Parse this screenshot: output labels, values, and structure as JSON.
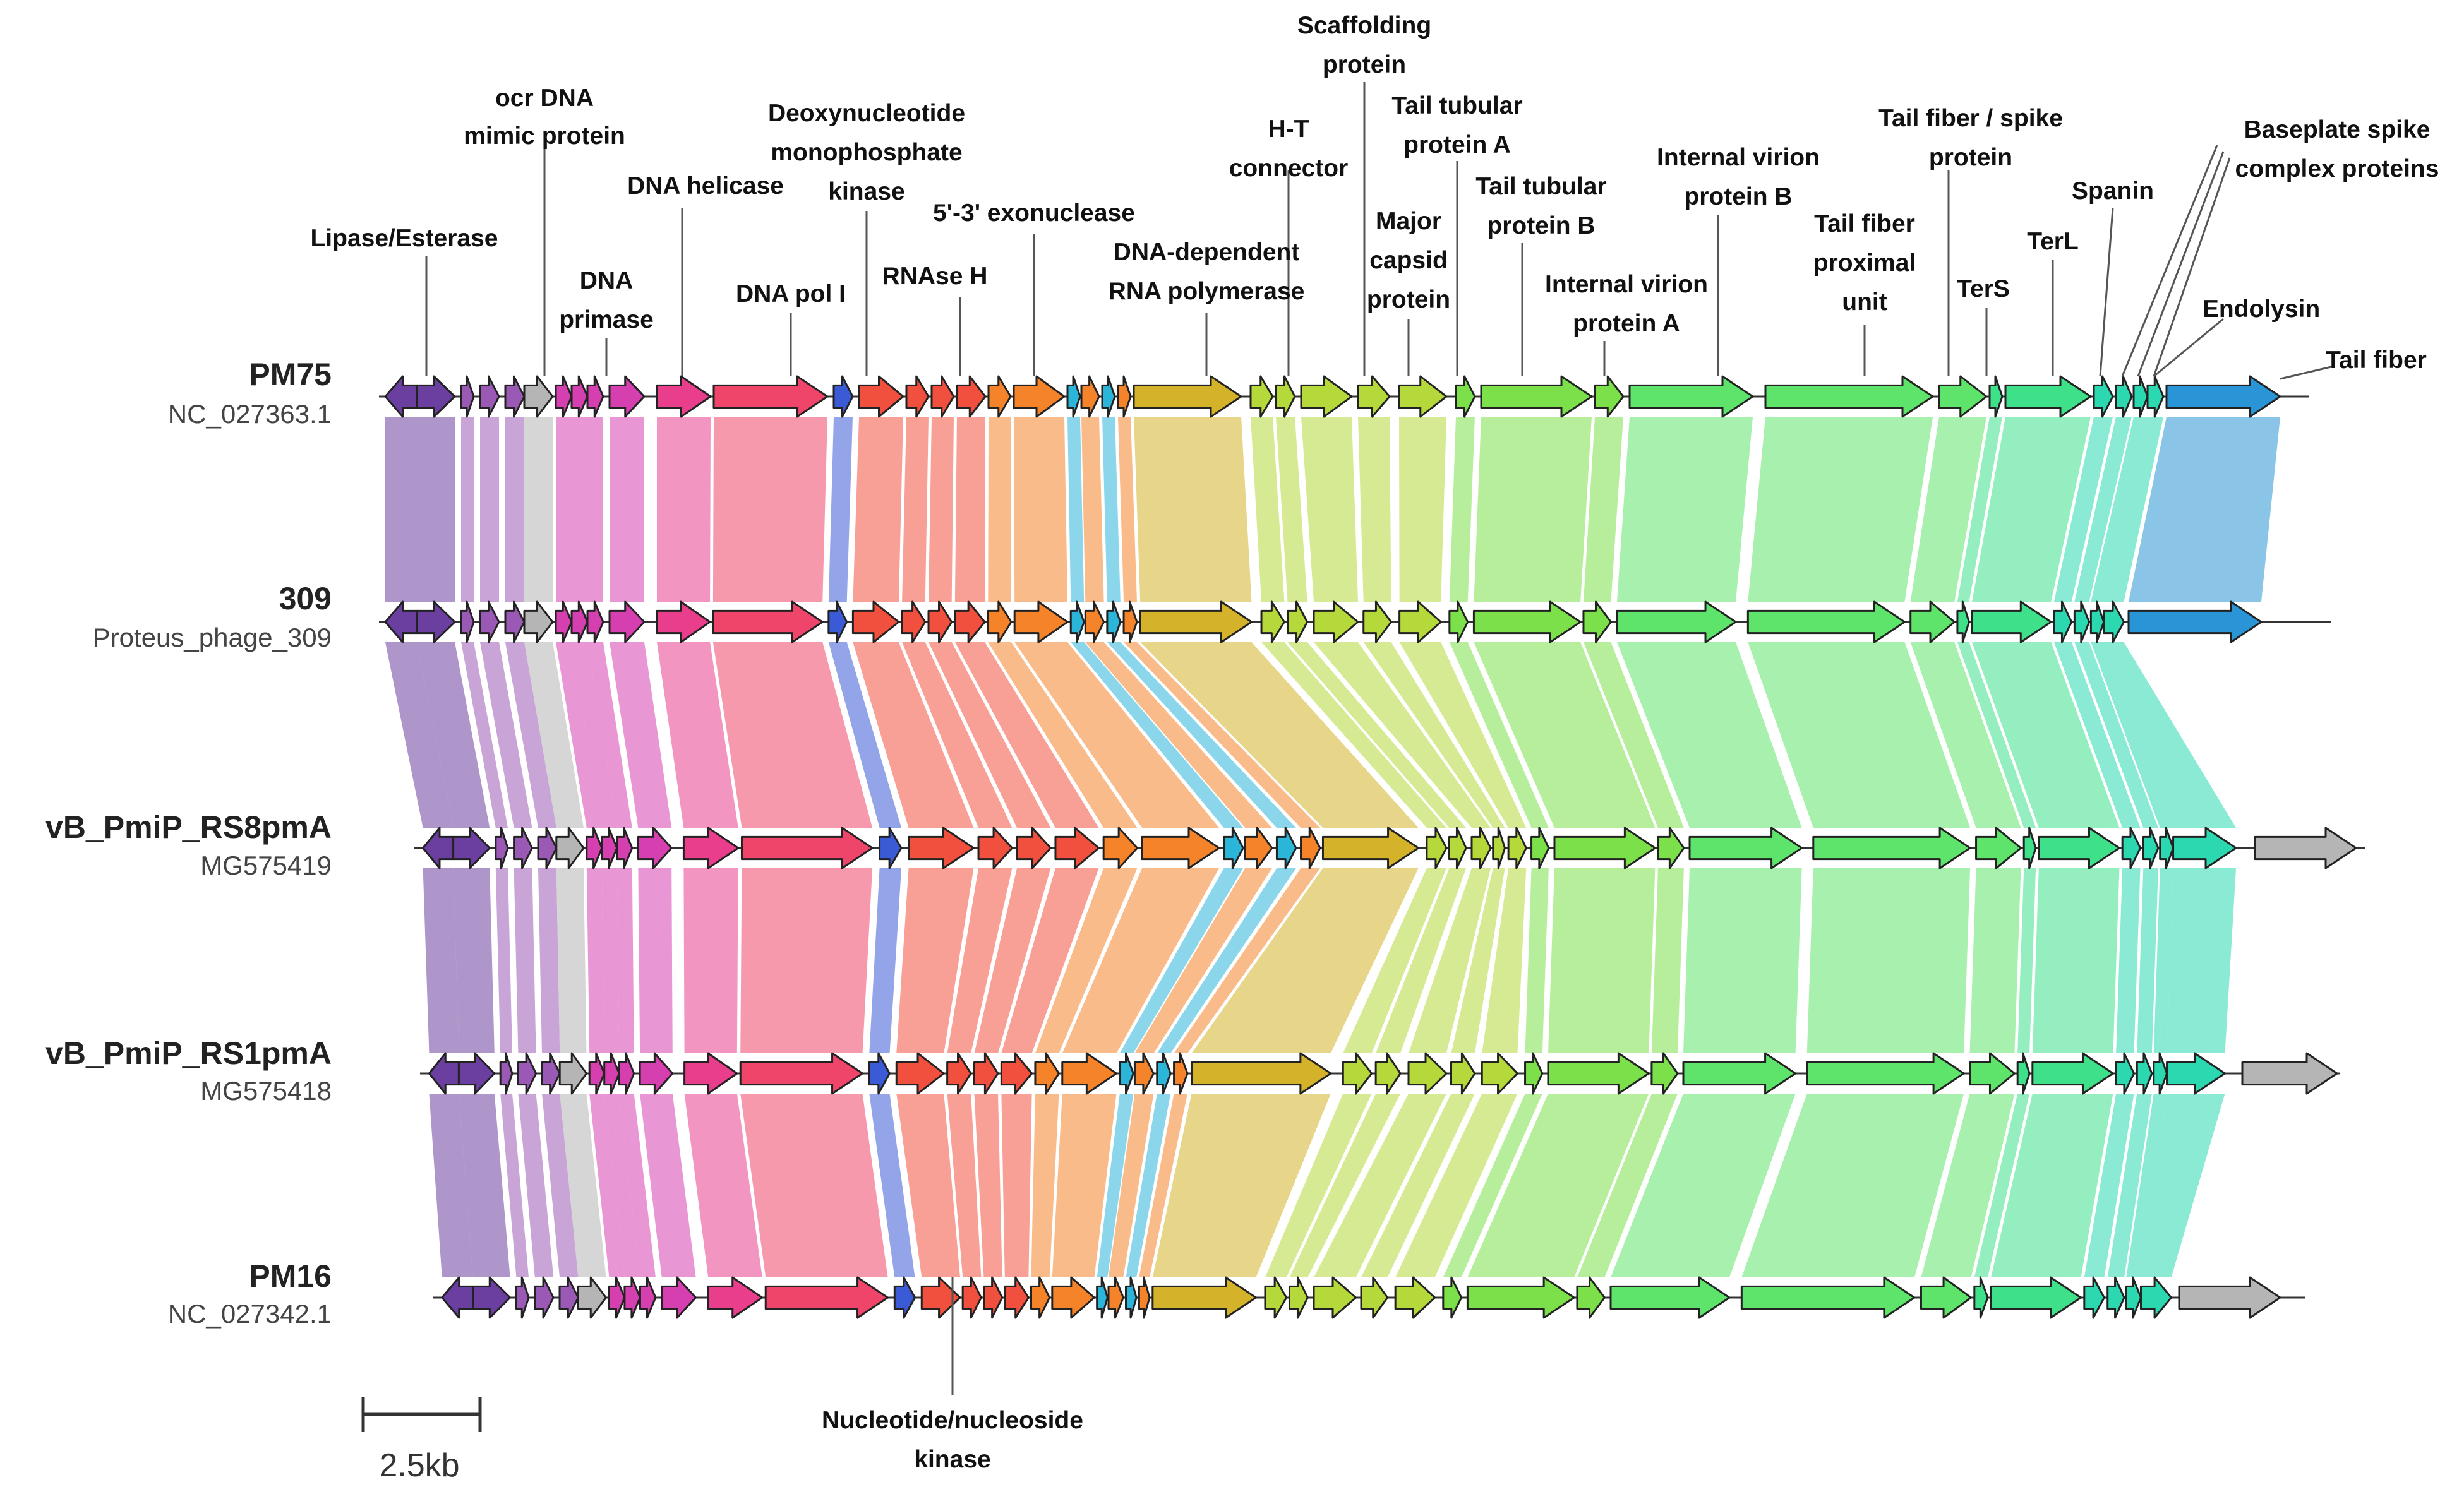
{
  "genomes": [
    {
      "name": "PM75",
      "accession": "NC_027363.1"
    },
    {
      "name": "309",
      "accession": "Proteus_phage_309"
    },
    {
      "name": "vB_PmiP_RS8pmA",
      "accession": "MG575419"
    },
    {
      "name": "vB_PmiP_RS1pmA",
      "accession": "MG575418"
    },
    {
      "name": "PM16",
      "accession": "NC_027342.1"
    }
  ],
  "gene_annotations": [
    {
      "lines": [
        "Lipase/Esterase"
      ]
    },
    {
      "lines": [
        "ocr DNA",
        "mimic protein"
      ]
    },
    {
      "lines": [
        "DNA",
        "primase"
      ]
    },
    {
      "lines": [
        "DNA helicase"
      ]
    },
    {
      "lines": [
        "DNA pol I"
      ]
    },
    {
      "lines": [
        "Deoxynucleotide",
        "monophosphate",
        "kinase"
      ]
    },
    {
      "lines": [
        "RNAse H"
      ]
    },
    {
      "lines": [
        "5'-3' exonuclease"
      ]
    },
    {
      "lines": [
        "DNA-dependent",
        "RNA polymerase"
      ]
    },
    {
      "lines": [
        "H-T",
        "connector"
      ]
    },
    {
      "lines": [
        "Scaffolding",
        "protein"
      ]
    },
    {
      "lines": [
        "Major",
        "capsid",
        "protein"
      ]
    },
    {
      "lines": [
        "Tail tubular",
        "protein A"
      ]
    },
    {
      "lines": [
        "Tail tubular",
        "protein B"
      ]
    },
    {
      "lines": [
        "Internal virion",
        "protein A"
      ]
    },
    {
      "lines": [
        "Internal virion",
        "protein B"
      ]
    },
    {
      "lines": [
        "Tail fiber",
        "proximal",
        "unit"
      ]
    },
    {
      "lines": [
        "Tail fiber / spike",
        "protein"
      ]
    },
    {
      "lines": [
        "TerS"
      ]
    },
    {
      "lines": [
        "TerL"
      ]
    },
    {
      "lines": [
        "Spanin"
      ]
    },
    {
      "lines": [
        "Baseplate spike",
        "complex proteins"
      ]
    },
    {
      "lines": [
        "Endolysin"
      ]
    },
    {
      "lines": [
        "Tail fiber"
      ]
    },
    {
      "lines": [
        "Nucleotide/nucleoside",
        "kinase"
      ]
    }
  ],
  "scale_bar": {
    "label": "2.5kb"
  },
  "colors": {
    "lipase": "#6b3fa0",
    "ocr": "#9b59b6",
    "primase": "#d63fb0",
    "helicase": "#e83e8c",
    "pol": "#f0456a",
    "dmk": "#3b5bd6",
    "rnase": "#f2503f",
    "exo": "#f5832a",
    "cyan": "#2bb5d8",
    "rnap": "#d4b22a",
    "head": "#b5d83b",
    "tubular": "#7be04a",
    "virion": "#5ee46a",
    "terl": "#3ee08a",
    "spanin": "#2bd8b0",
    "tailfiber": "#2a95d6",
    "grey": "#b5b5b5"
  }
}
